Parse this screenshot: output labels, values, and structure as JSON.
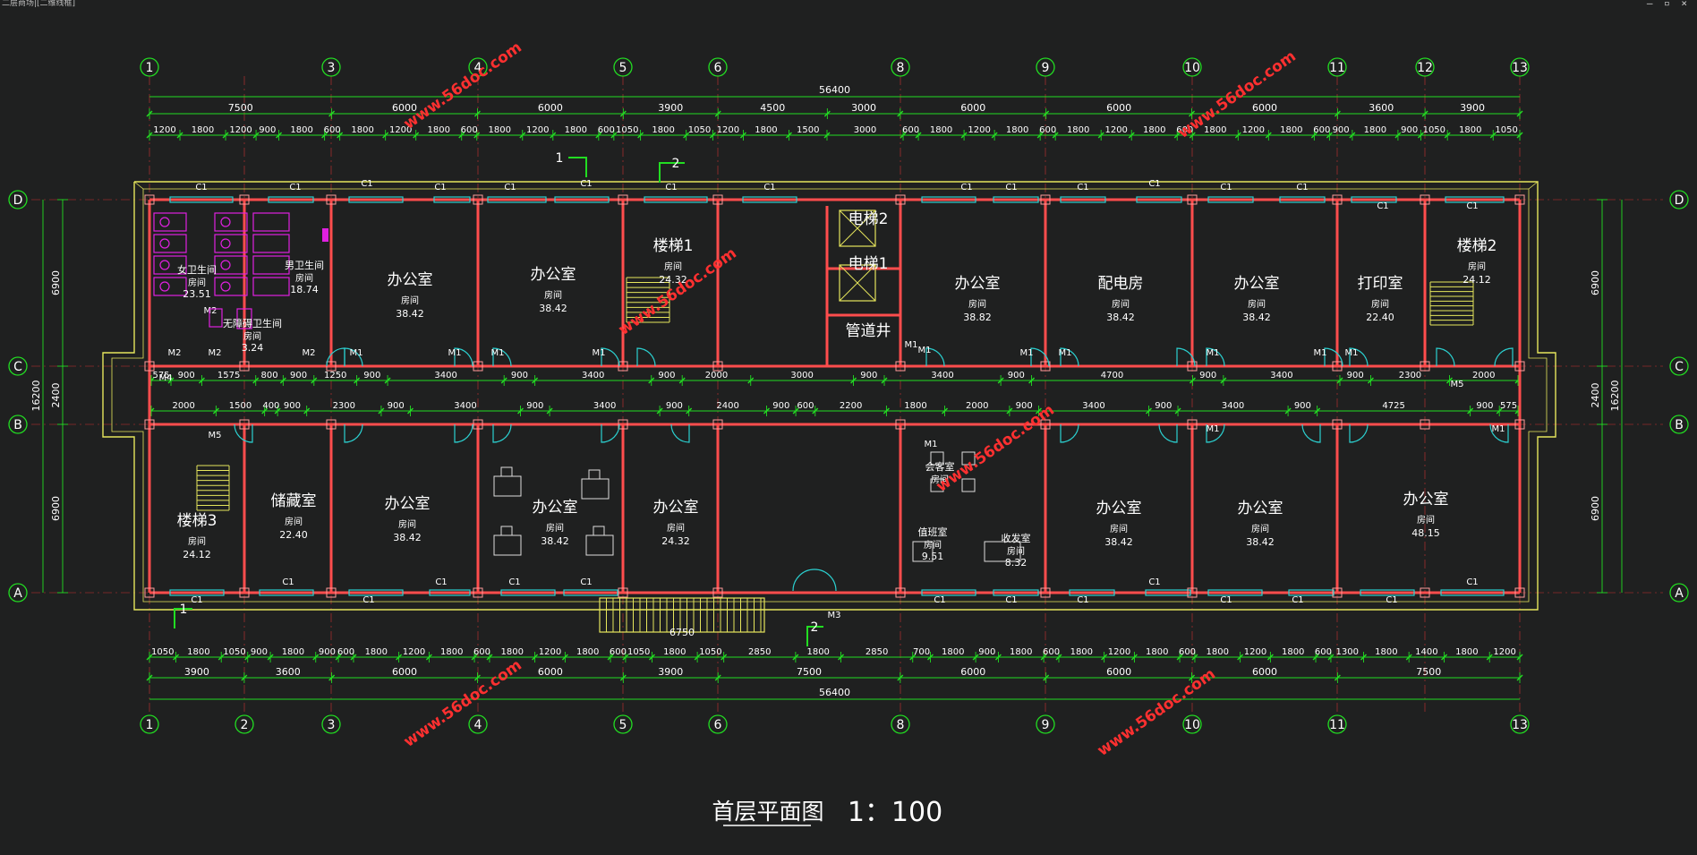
{
  "window": {
    "title": "二层商场|[二维线框]",
    "controls": [
      "–",
      "▫",
      "×"
    ]
  },
  "drawing": {
    "title": "首层平面图",
    "scale": "1：100",
    "overall_length": "56400",
    "overall_depth": "16200",
    "axes_numeric_top": [
      "1",
      "3",
      "4",
      "5",
      "6",
      "8",
      "9",
      "10",
      "11",
      "12",
      "13"
    ],
    "axes_numeric_bottom": [
      "1",
      "2",
      "3",
      "4",
      "5",
      "6",
      "8",
      "9",
      "10",
      "11",
      "13"
    ],
    "axes_letter": [
      "D",
      "C",
      "B",
      "A"
    ],
    "dims_top_outer": [
      "7500",
      "6000",
      "6000",
      "3900",
      "4500",
      "3000",
      "6000",
      "6000",
      "6000",
      "3600",
      "3900"
    ],
    "dims_top_inner": [
      "1200",
      "1800",
      "1200",
      "900",
      "1800",
      "600",
      "1800",
      "1200",
      "1800",
      "600",
      "1800",
      "1200",
      "1800",
      "600",
      "1050",
      "1800",
      "1050",
      "1200",
      "1800",
      "1500",
      "3000",
      "600",
      "1800",
      "1200",
      "1800",
      "600",
      "1800",
      "1200",
      "1800",
      "600",
      "1800",
      "1200",
      "1800",
      "600",
      "900",
      "1800",
      "900",
      "1050",
      "1800",
      "1050"
    ],
    "dims_bottom_outer": [
      "3900",
      "3600",
      "6000",
      "6000",
      "3900",
      "7500",
      "6000",
      "6000",
      "6000",
      "7500"
    ],
    "dims_bottom_inner": [
      "1050",
      "1800",
      "1050",
      "900",
      "1800",
      "900",
      "600",
      "1800",
      "1200",
      "1800",
      "600",
      "1800",
      "1200",
      "1800",
      "600",
      "1050",
      "1800",
      "1050",
      "2850",
      "1800",
      "2850",
      "700",
      "1800",
      "900",
      "1800",
      "600",
      "1800",
      "1200",
      "1800",
      "600",
      "1800",
      "1200",
      "1800",
      "600",
      "1300",
      "1800",
      "1400",
      "1800",
      "1200"
    ],
    "dims_side_left": [
      "6900",
      "2400",
      "6900"
    ],
    "dims_side_right": [
      "6900",
      "2400",
      "6900"
    ],
    "dims_corridor_top": [
      "575",
      "900",
      "1575",
      "800",
      "900",
      "1250",
      "900",
      "3400",
      "900",
      "3400",
      "900",
      "2000",
      "3000",
      "900",
      "3400",
      "900",
      "4700",
      "900",
      "3400",
      "900",
      "2300",
      "2000"
    ],
    "dims_corridor_bottom": [
      "2000",
      "1500",
      "400",
      "900",
      "2300",
      "900",
      "3400",
      "900",
      "3400",
      "900",
      "2400",
      "900",
      "600",
      "2200",
      "1800",
      "2000",
      "900",
      "3400",
      "900",
      "3400",
      "900",
      "4725",
      "900",
      "575"
    ],
    "rooms": [
      {
        "name": "女卫生间",
        "label": "房间",
        "area": "23.51"
      },
      {
        "name": "男卫生间",
        "label": "房间",
        "area": "18.74"
      },
      {
        "name": "无障碍卫生间",
        "label": "房间",
        "area": "3.24"
      },
      {
        "name": "办公室",
        "label": "房间",
        "area": "38.42"
      },
      {
        "name": "办公室",
        "label": "房间",
        "area": "38.42"
      },
      {
        "name": "楼梯1",
        "label": "房间",
        "area": "24.32"
      },
      {
        "name": "电梯2",
        "label": "",
        "area": ""
      },
      {
        "name": "电梯1",
        "label": "",
        "area": ""
      },
      {
        "name": "管道井",
        "label": "",
        "area": ""
      },
      {
        "name": "办公室",
        "label": "房间",
        "area": "38.82"
      },
      {
        "name": "配电房",
        "label": "房间",
        "area": "38.42"
      },
      {
        "name": "办公室",
        "label": "房间",
        "area": "38.42"
      },
      {
        "name": "打印室",
        "label": "房间",
        "area": "22.40"
      },
      {
        "name": "楼梯2",
        "label": "房间",
        "area": "24.12"
      },
      {
        "name": "楼梯3",
        "label": "房间",
        "area": "24.12"
      },
      {
        "name": "储藏室",
        "label": "房间",
        "area": "22.40"
      },
      {
        "name": "办公室",
        "label": "房间",
        "area": "38.42"
      },
      {
        "name": "办公室",
        "label": "房间",
        "area": "38.42"
      },
      {
        "name": "办公室",
        "label": "房间",
        "area": "24.32"
      },
      {
        "name": "值班室",
        "label": "房间",
        "area": "9.51"
      },
      {
        "name": "收发室",
        "label": "房间",
        "area": "8.32"
      },
      {
        "name": "会客室",
        "label": "房间",
        "area": ""
      },
      {
        "name": "办公室",
        "label": "房间",
        "area": "38.42"
      },
      {
        "name": "办公室",
        "label": "房间",
        "area": "38.42"
      },
      {
        "name": "办公室",
        "label": "房间",
        "area": "48.15"
      }
    ],
    "window_tag": "C1",
    "door_tags": [
      "M1",
      "M2",
      "M3",
      "M4",
      "M5"
    ],
    "section_marks": [
      "1",
      "2"
    ],
    "entrance_width": "6750",
    "watermark": "www.56doc.com",
    "colors": {
      "background": "#1f2020",
      "dimension": "#22dd22",
      "wall": "#ff4d4d",
      "outline": "#e6e65c",
      "text": "#ffffff",
      "window": "#2bd0d0",
      "fixture": "#e020e0",
      "watermark": "#ff3030"
    }
  }
}
